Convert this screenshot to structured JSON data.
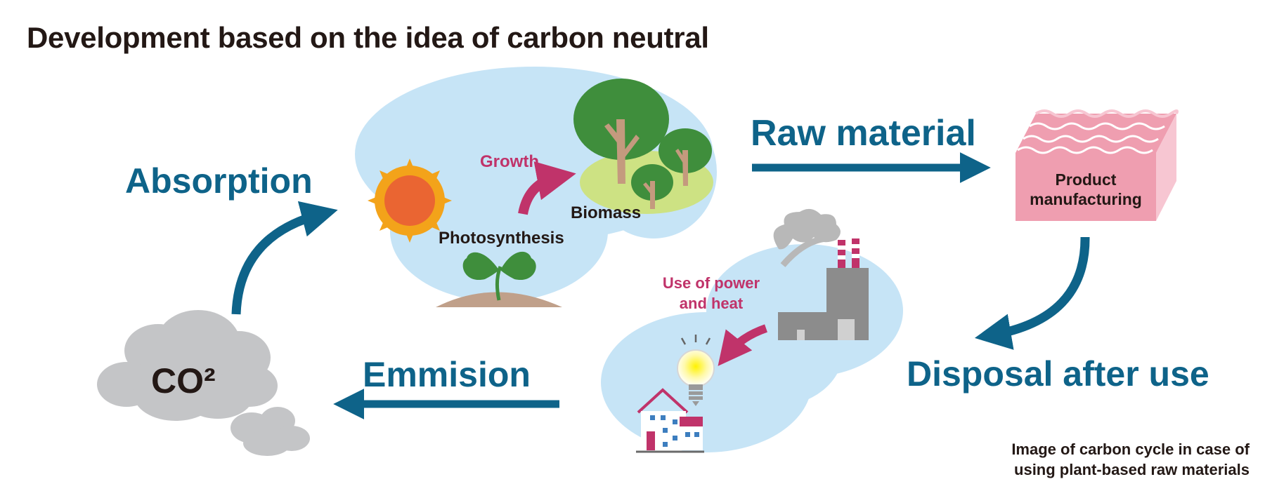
{
  "title": "Development based on the idea of carbon neutral",
  "labels": {
    "absorption": "Absorption",
    "growth": "Growth",
    "biomass": "Biomass",
    "photosynthesis": "Photosynthesis",
    "raw_material": "Raw material",
    "product_line1": "Product",
    "product_line2": "manufacturing",
    "disposal": "Disposal after use",
    "use_power_line1": "Use of power",
    "use_power_line2": "and heat",
    "emmision": "Emmision",
    "co2": "CO²"
  },
  "caption": {
    "line1": "Image of carbon cycle in case of",
    "line2": "using plant-based raw materials"
  },
  "colors": {
    "arrow_blue": "#0e6389",
    "accent_pink": "#c0336a",
    "sky_blue": "#c6e4f6",
    "tree_green": "#3f8e3c",
    "cloud_gray": "#c4c5c7",
    "product_pink": "#ef9eb0"
  }
}
